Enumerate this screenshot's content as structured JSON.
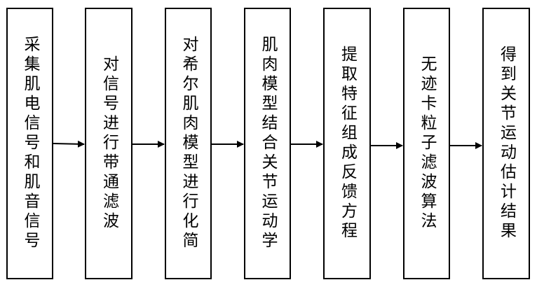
{
  "steps": [
    {
      "label": "采集肌电信号和肌音信号"
    },
    {
      "label": "对信号进行带通滤波"
    },
    {
      "label": "对希尔肌肉模型进行化简"
    },
    {
      "label": "肌肉模型结合关节运动学"
    },
    {
      "label": "提取特征组成反馈方程"
    },
    {
      "label": "无迹卡粒子滤波算法"
    },
    {
      "label": "得到关节运动估计结果"
    }
  ]
}
